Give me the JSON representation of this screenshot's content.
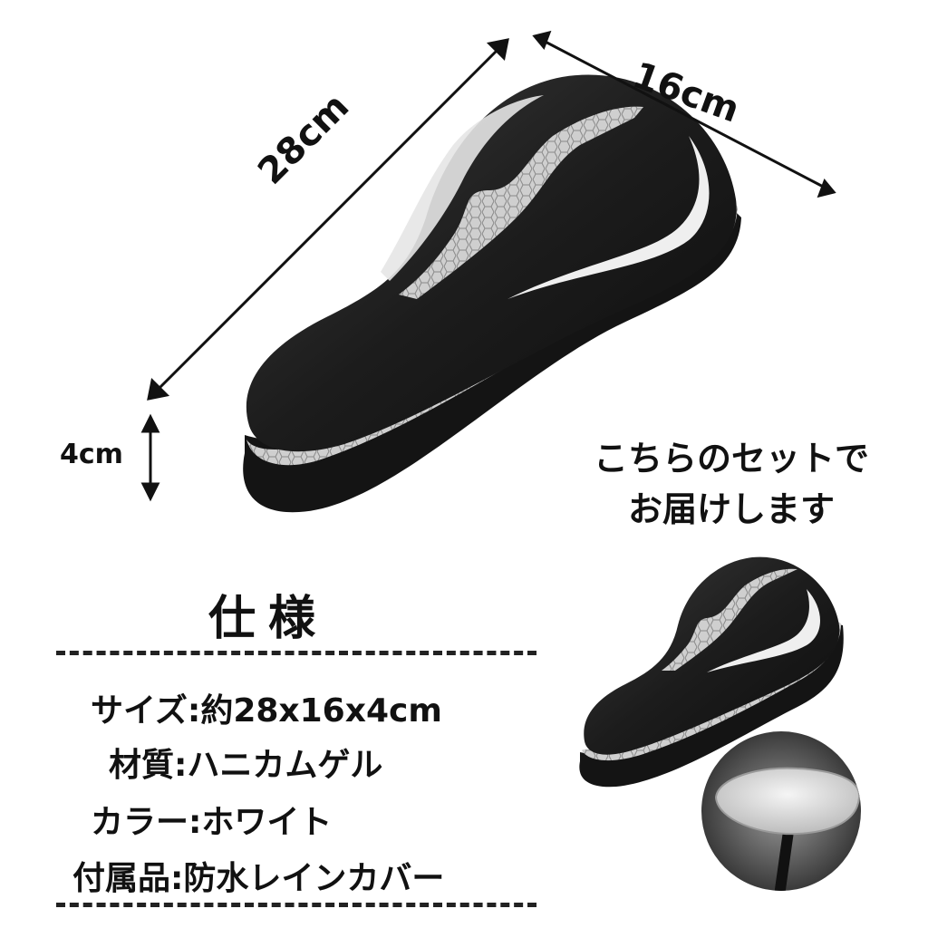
{
  "dimensions": {
    "length": "28cm",
    "width": "16cm",
    "height": "4cm"
  },
  "set_note": {
    "line1": "こちらのセットで",
    "line2": "お届けします"
  },
  "specs": {
    "title": "仕様",
    "size": "サイズ:約28x16x4cm",
    "material": "材質:ハニカムゲル",
    "color": "カラー:ホワイト",
    "accessory": "付属品:防水レインカバー"
  },
  "colors": {
    "saddle_body": "#1b1b1b",
    "saddle_trim": "#d9d9d9",
    "background": "#ffffff"
  }
}
